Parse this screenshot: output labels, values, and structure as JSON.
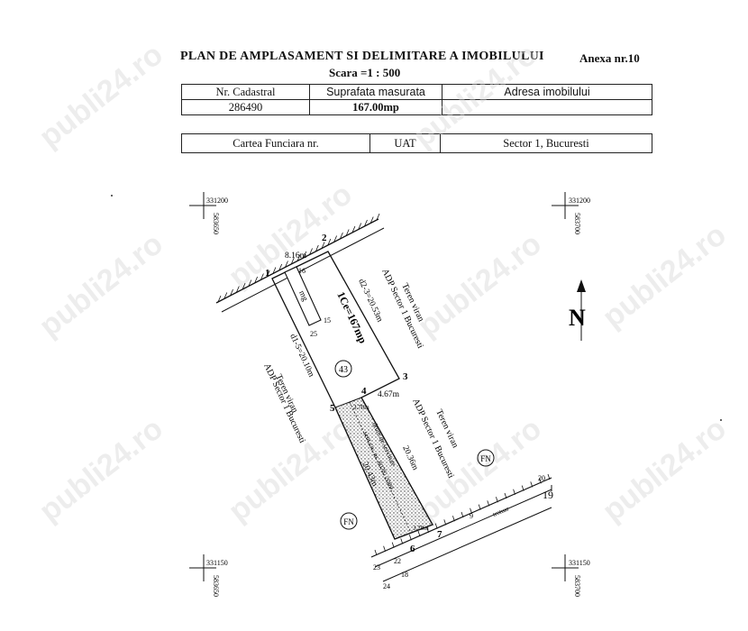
{
  "header": {
    "title": "PLAN DE AMPLASAMENT SI DELIMITARE A IMOBILULUI",
    "annex": "Anexa nr.10",
    "scale": "Scara =1 : 500"
  },
  "info_table": {
    "col1_label": "Nr. Cadastral",
    "col2_label": "Suprafata masurata",
    "col3_label": "Adresa imobilului",
    "cadastral_no": "286490",
    "surface": "167.00mp",
    "book_label": "Cartea Funciara nr.",
    "uat_label": "UAT",
    "uat_value": "Sector 1, Bucuresti"
  },
  "coords": {
    "tl_n": "331200",
    "tl_e": "583650",
    "tr_n": "331200",
    "tr_e": "583700",
    "bl_n": "331150",
    "bl_e": "583650",
    "br_n": "331150",
    "br_e": "583700"
  },
  "north": "N",
  "points": [
    "1",
    "2",
    "3",
    "4",
    "5",
    "6",
    "7"
  ],
  "aux_points": [
    "16",
    "15",
    "25",
    "23",
    "22",
    "24",
    "18",
    "20",
    "19",
    "9"
  ],
  "dims": {
    "d12": "8.16m",
    "d23": "d2-3=20.53m",
    "d15": "d1-5=20.10m",
    "d34": "4.67m",
    "d_right": "20.36m",
    "d_left": "20.43m",
    "w_top": "3.70m",
    "w_bot": "3.70m"
  },
  "labels": {
    "parcel_area": "1Ce=167mp",
    "parcel_no": "43",
    "building": "mg",
    "land_right": [
      "Teren viran",
      "ADP Sector 1 Bucuresti"
    ],
    "land_left": [
      "Teren viran",
      "ADP Sector 1 Bucuresti"
    ],
    "land_lower": [
      "Teren viran",
      "ADP Sector 1 Bucuresti"
    ],
    "servitude": [
      "drum de servitute",
      "sent.civ. nr. 8078/ 2009"
    ],
    "fn": "FN",
    "sidewalk": "trotuar"
  },
  "watermark": "publi24.ro"
}
